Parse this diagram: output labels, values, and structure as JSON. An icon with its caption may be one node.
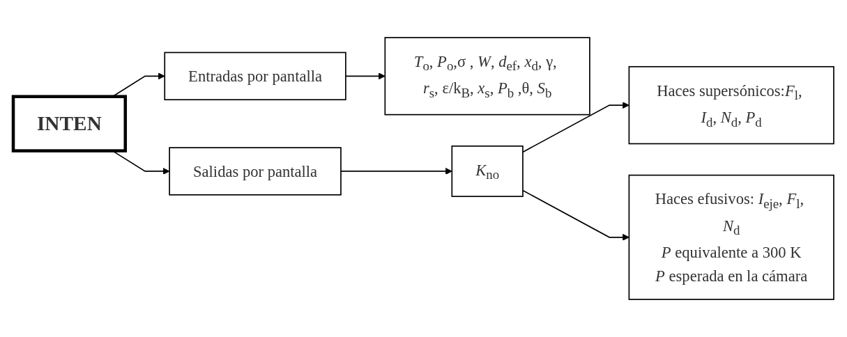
{
  "diagram": {
    "nodes": [
      {
        "text": [
          "INTEN"
        ]
      },
      {
        "text": [
          "Entradas por pantalla"
        ]
      },
      {
        "text": [
          "*T*$_{o}$, *P*$_{o}$,σ , *W*, *d*$_{ef}$, *x*$_{d}$, γ, *r*$_{s}$, ε/k$_{B}$, *x*$_{s}$, *P*$_{b}$ ,θ, *S*$_{b}$"
        ]
      },
      {
        "text": [
          "Salidas por pantalla"
        ]
      },
      {
        "text": [
          "*K*$_{no}$"
        ]
      },
      {
        "text": [
          "Haces supersónicos:*F*$_{l}$, *I*$_{d}$, *N*$_{d}$, *P*$_{d}$"
        ]
      },
      {
        "text": [
          "Haces efusivos: *I*$_{eje}$, *F*$_{l}$, *N*$_{d}$",
          "*P* equivalente a 300 K",
          "*P* esperada en la cámara"
        ]
      }
    ],
    "edges": [
      {
        "from": 0,
        "to": 1,
        "arrow": "to"
      },
      {
        "from": 0,
        "to": 3,
        "arrow": "to"
      },
      {
        "from": 1,
        "to": 2,
        "arrow": "to"
      },
      {
        "from": 3,
        "to": 4,
        "arrow": "to"
      },
      {
        "from": 4,
        "to": 5,
        "arrow": "to"
      },
      {
        "from": 4,
        "to": 6,
        "arrow": "to"
      }
    ]
  }
}
